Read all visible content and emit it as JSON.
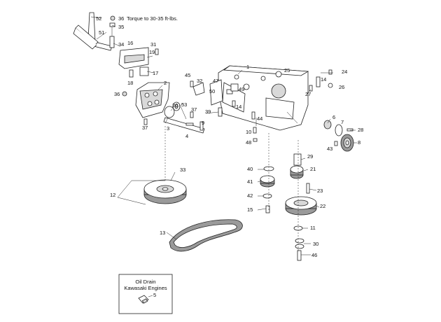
{
  "callouts": {
    "c1": "1",
    "c2": "2",
    "c3": "3",
    "c4": "4",
    "c5": "5",
    "c6": "6",
    "c7": "7",
    "c8": "8",
    "c9": "9",
    "c10": "10",
    "c11": "11",
    "c12": "12",
    "c13": "13",
    "c14a": "14",
    "c14b": "14",
    "c15": "15",
    "c16": "16",
    "c17": "17",
    "c18": "18",
    "c19": "19",
    "c20": "20",
    "c21": "21",
    "c22": "22",
    "c23": "23",
    "c24": "24",
    "c25": "25",
    "c26": "26",
    "c27": "27",
    "c28": "28",
    "c29": "29",
    "c30": "30",
    "c31": "31",
    "c32": "32",
    "c33": "33",
    "c34": "34",
    "c35": "35",
    "c36a": "36",
    "c36b": "36",
    "c37a": "37",
    "c37b": "37",
    "c39": "39",
    "c40": "40",
    "c41": "41",
    "c42": "42",
    "c43": "43",
    "c44": "44",
    "c45": "45",
    "c46": "46",
    "c47": "47",
    "c48": "48",
    "c49": "49",
    "c50": "50",
    "c51": "51",
    "c52": "52",
    "c53": "53"
  },
  "torque_note": "Torque to 30-35 ft-lbs.",
  "inset": {
    "line1": "Oil Drain",
    "line2": "Kawasaki Engines"
  }
}
